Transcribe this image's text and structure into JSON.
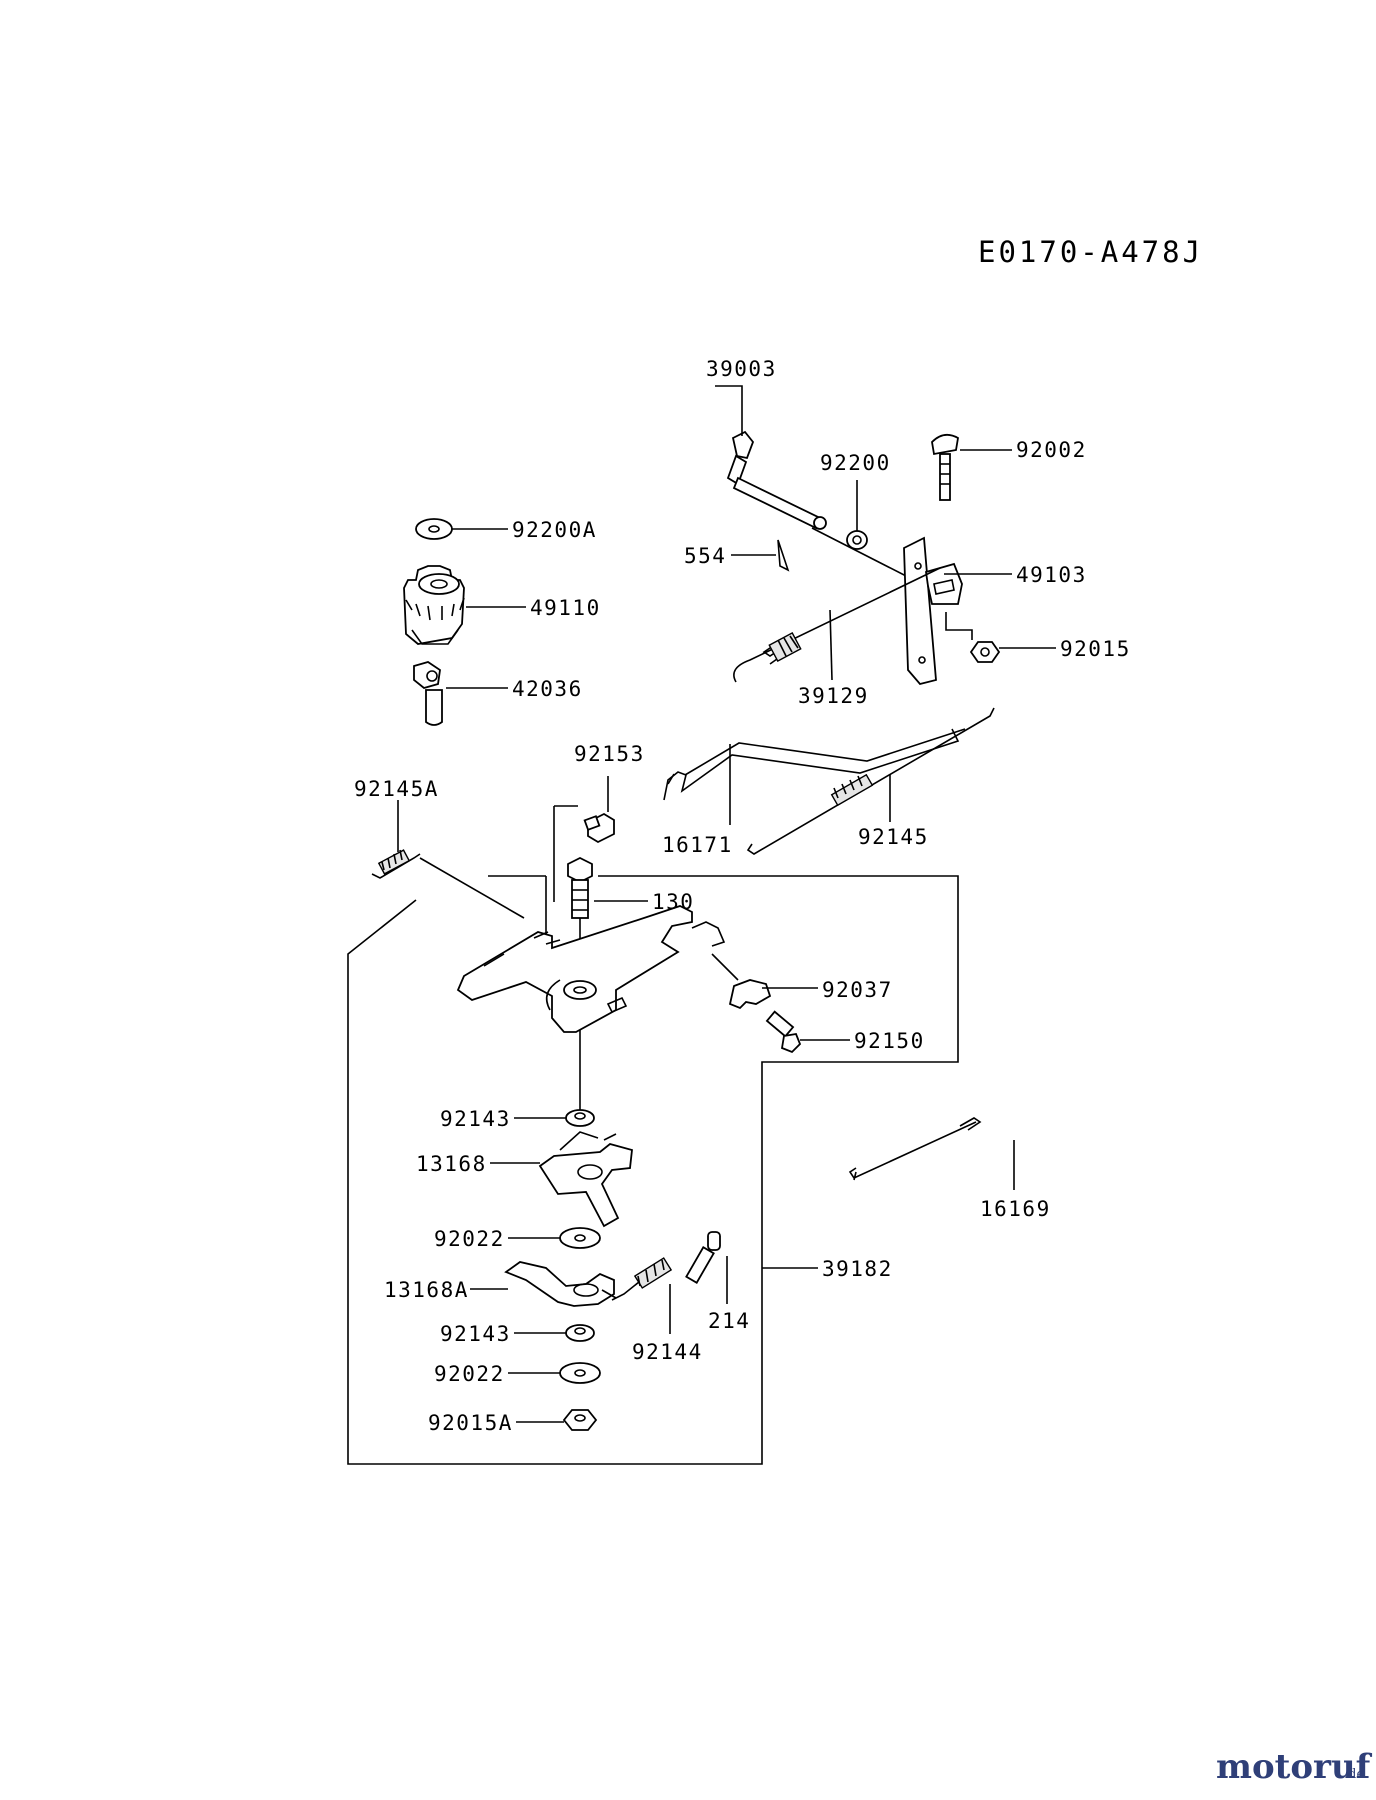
{
  "drawing_code": "E0170-A478J",
  "watermark": {
    "brand": "motoruf",
    "suffix": ".de",
    "brand_colors": [
      "#2f3f78",
      "#d63a2a",
      "#e9a23b",
      "#3a8f3a",
      "#3d6fbf"
    ]
  },
  "part_labels": {
    "p39003": "39003",
    "p92200": "92200",
    "p92002": "92002",
    "p92200A": "92200A",
    "p554": "554",
    "p49103": "49103",
    "p49110": "49110",
    "p92015": "92015",
    "p39129": "39129",
    "p42036": "42036",
    "p92153": "92153",
    "p92145A": "92145A",
    "p16171": "16171",
    "p92145": "92145",
    "p130": "130",
    "p92037": "92037",
    "p92150": "92150",
    "p92143a": "92143",
    "p16169": "16169",
    "p13168": "13168",
    "p92022a": "92022",
    "p39182": "39182",
    "p13168A": "13168A",
    "p214": "214",
    "p92143b": "92143",
    "p92144": "92144",
    "p92022b": "92022",
    "p92015A": "92015A"
  }
}
